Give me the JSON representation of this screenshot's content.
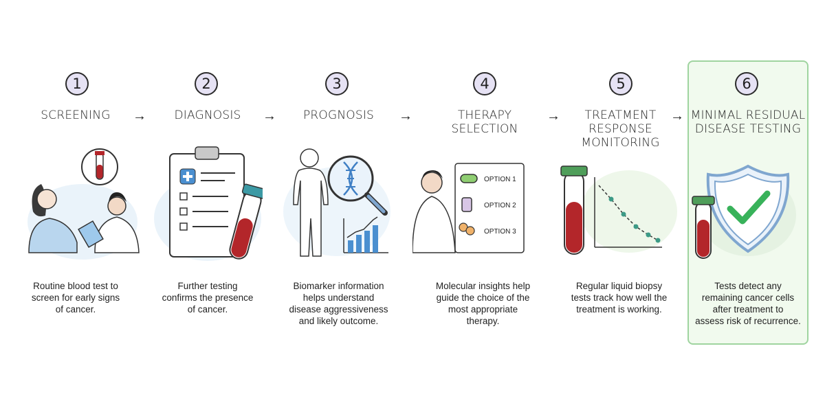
{
  "steps": [
    {
      "number": "1",
      "title_lines": [
        "SCREENING"
      ],
      "desc_lines": [
        "Routine blood test to",
        "screen for early signs",
        "of cancer."
      ]
    },
    {
      "number": "2",
      "title_lines": [
        "DIAGNOSIS"
      ],
      "desc_lines": [
        "Further testing",
        "confirms the presence",
        "of cancer."
      ]
    },
    {
      "number": "3",
      "title_lines": [
        "PROGNOSIS"
      ],
      "desc_lines": [
        "Biomarker information",
        "helps understand",
        "disease aggressiveness",
        "and likely outcome."
      ]
    },
    {
      "number": "4",
      "title_lines": [
        "THERAPY",
        "SELECTION"
      ],
      "desc_lines": [
        "Molecular insights help",
        "guide the choice of the",
        "most appropriate",
        "therapy."
      ]
    },
    {
      "number": "5",
      "title_lines": [
        "TREATMENT",
        "RESPONSE",
        "MONITORING"
      ],
      "desc_lines": [
        "Regular liquid biopsy",
        "tests track how well the",
        "treatment is working."
      ]
    },
    {
      "number": "6",
      "title_lines": [
        "MINIMAL RESIDUAL",
        "DISEASE TESTING"
      ],
      "desc_lines": [
        "Tests detect any",
        "remaining cancer cells",
        "after treatment to",
        "assess risk of recurrence."
      ]
    }
  ],
  "options": [
    "OPTION 1",
    "OPTION 2",
    "OPTION 3"
  ],
  "arrow_glyph": "→",
  "colors": {
    "badge_fill": "#e6e2f4",
    "blood": "#b3262a",
    "tube_cap_teal": "#3c9aa5",
    "tube_cap_green": "#4f9e5a",
    "highlight_border": "#9fd49f",
    "highlight_fill": "#f1faee",
    "check_green": "#38b25a",
    "shield_blue": "#7fa6cf"
  },
  "icons": [
    "blood-tube-icon",
    "clipboard-icon",
    "dna-magnifier-icon",
    "bar-chart-icon",
    "pill-icon",
    "iv-bag-icon",
    "tablets-icon",
    "line-chart-icon",
    "shield-check-icon"
  ]
}
